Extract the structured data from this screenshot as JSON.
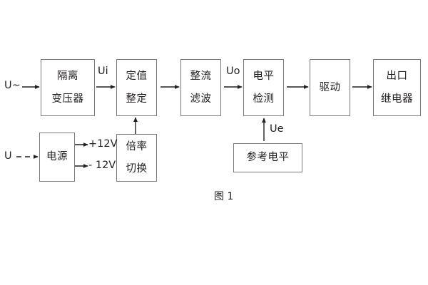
{
  "figure": {
    "caption": "图 1",
    "colors": {
      "box_border": "#7b7b7b",
      "text": "#231f20",
      "arrow": "#231f20",
      "background": "#ffffff"
    }
  },
  "blocks": [
    {
      "id": "isolation-transformer",
      "line1": "隔离",
      "line2": "变压器"
    },
    {
      "id": "setting-value",
      "line1": "定值",
      "line2": "整定"
    },
    {
      "id": "rectify-filter",
      "line1": "整流",
      "line2": "滤波"
    },
    {
      "id": "level-detection",
      "line1": "电平",
      "line2": "检测"
    },
    {
      "id": "drive",
      "line1": "驱动",
      "line2": ""
    },
    {
      "id": "output-relay",
      "line1": "出口",
      "line2": "继电器"
    },
    {
      "id": "power-supply",
      "line1": "电源",
      "line2": ""
    },
    {
      "id": "multiplier-switch",
      "line1": "倍率",
      "line2": "切换"
    },
    {
      "id": "reference-level",
      "line1": "参考电平",
      "line2": ""
    }
  ],
  "signal_labels": {
    "ac_input": "U~",
    "dc_input": "U",
    "ui": "Ui",
    "uo": "Uo",
    "ue": "Ue",
    "pos_supply": "+12V",
    "neg_supply": "- 12V"
  }
}
